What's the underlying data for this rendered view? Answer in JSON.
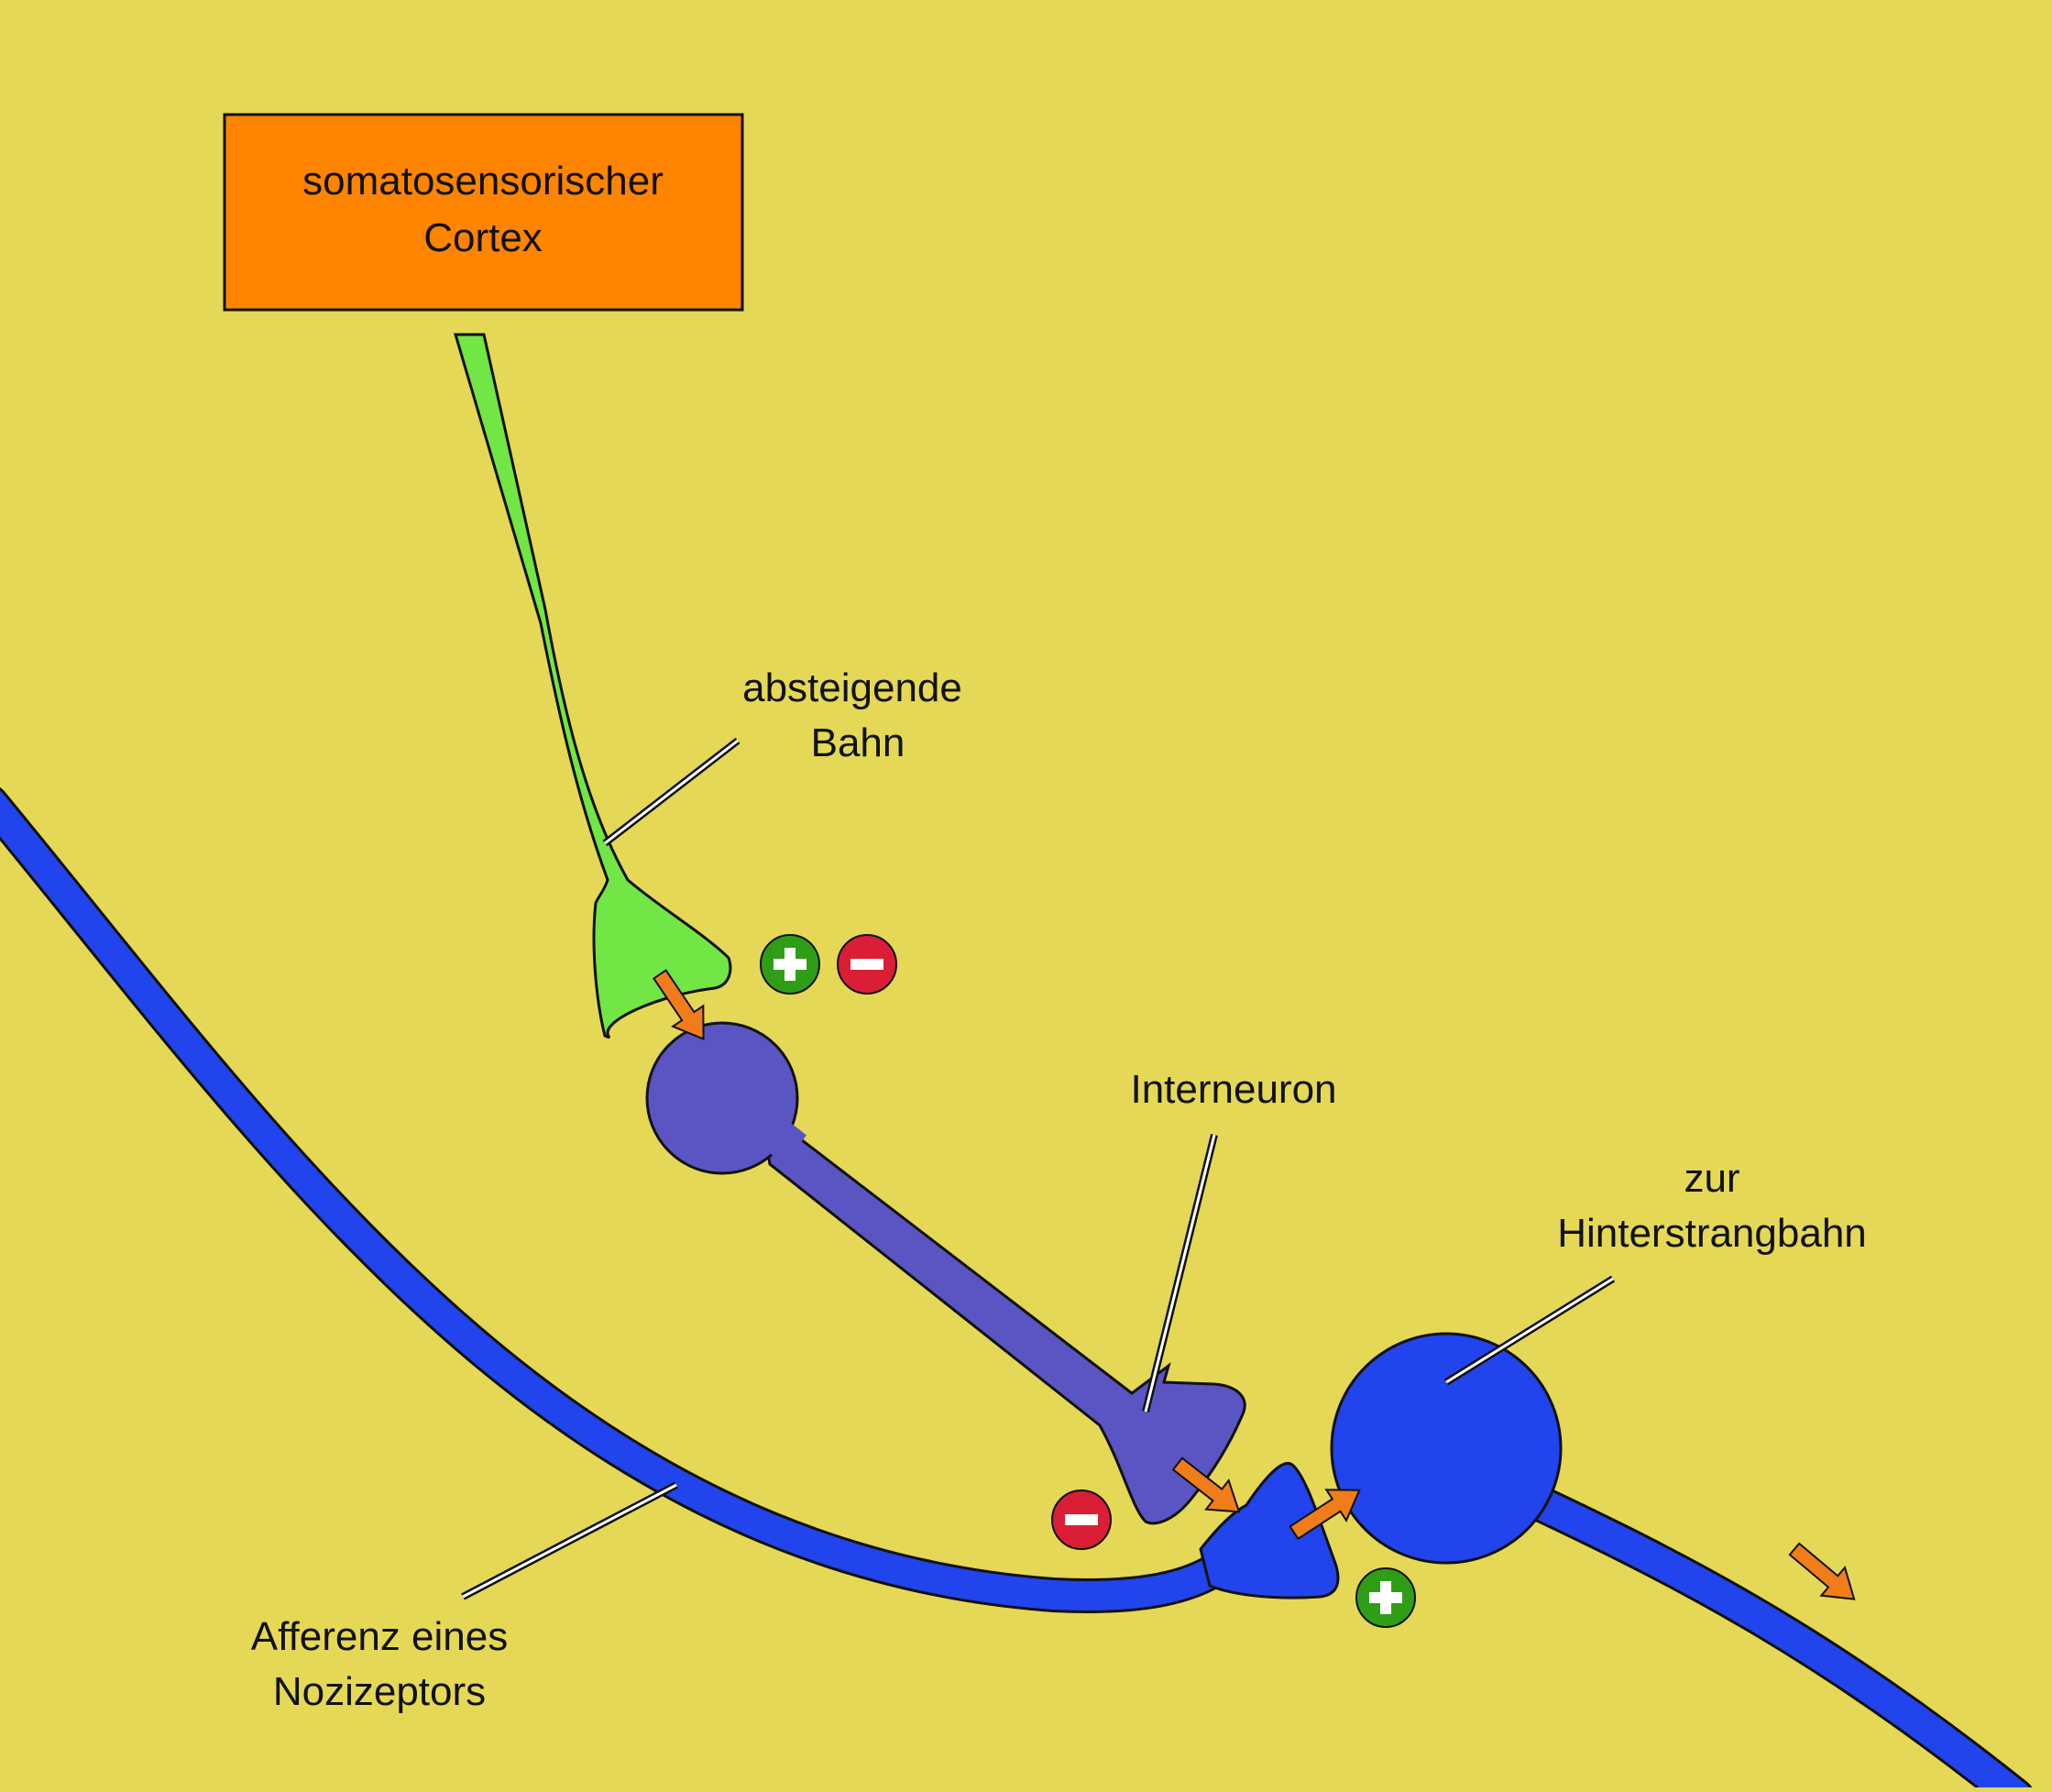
{
  "colors": {
    "background": "#e4d856",
    "cortex_box": "#ff8400",
    "descending_path": "#72e644",
    "interneuron": "#5b55c4",
    "afferent": "#2144ec",
    "signal_arrow": "#f07d1a",
    "excitatory": "#2f9e16",
    "inhibitory": "#d91e35",
    "outline": "#111111"
  },
  "cortex_box": {
    "line1": "somatosensorischer",
    "line2": "Cortex"
  },
  "labels": {
    "descending_path": {
      "line1": "absteigende",
      "line2": "Bahn"
    },
    "interneuron": {
      "line1": "Interneuron"
    },
    "dorsal_column": {
      "line1": "zur",
      "line2": "Hinterstrangbahn"
    },
    "afferent": {
      "line1": "Afferenz eines",
      "line2": "Nozizeptors"
    }
  },
  "signs": {
    "plus": "+",
    "minus": "−"
  },
  "icons": [
    "excitatory-plus-icon",
    "inhibitory-minus-icon",
    "signal-arrow-icon"
  ]
}
